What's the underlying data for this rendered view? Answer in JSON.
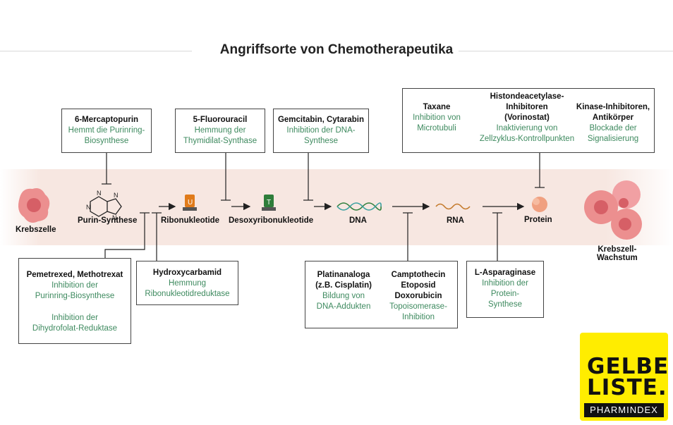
{
  "title": "Angriffsorte von Chemotherapeutika",
  "colors": {
    "accent_green": "#3e8a5f",
    "band": "#f7e7e1",
    "cell": "#e88888",
    "logo_yellow": "#ffed00"
  },
  "nodes": {
    "cancer_cell": "Krebszelle",
    "purine": "Purin-Synthese",
    "ribonucleotides": "Ribonukleotide",
    "deoxyribonucleotides": "Desoxyribonukleotide",
    "dna": "DNA",
    "rna": "RNA",
    "protein": "Protein",
    "growth": "Krebszell-\nWachstum"
  },
  "nucleotide_letters": {
    "u": "U",
    "t": "T"
  },
  "purine_atoms": [
    "N",
    "N",
    "N",
    "N"
  ],
  "boxes": {
    "mercaptopurin": {
      "name": "6-Mercaptopurin",
      "effect": "Hemmt die Purinring-\nBiosynthese"
    },
    "fluorouracil": {
      "name": "5-Fluorouracil",
      "effect": "Hemmung der\nThymidilat-Synthase"
    },
    "gemcitabin": {
      "name": "Gemcitabin, Cytarabin",
      "effect": "Inhibition der DNA-\nSynthese"
    },
    "taxane": {
      "name": "Taxane",
      "effect": "Inhibition von\nMicrotubuli"
    },
    "hdac": {
      "name": "Histondeacetylase-\nInhibitoren\n(Vorinostat)",
      "effect": "Inaktivierung von\nZellzyklus-Kontrollpunkten"
    },
    "kinase": {
      "name": "Kinase-Inhibitoren,\nAntikörper",
      "effect": "Blockade der\nSignalisierung"
    },
    "pemetrexed": {
      "name": "Pemetrexed, Methotrexat",
      "effect": "Inhibition der\nPurinring-Biosynthese",
      "effect2": "Inhibition der\nDihydrofolat-Reduktase"
    },
    "hydroxycarbamid": {
      "name": "Hydroxycarbamid",
      "effect": "Hemmung\nRibonukleotidreduktase"
    },
    "platin": {
      "name": "Platinanaloga\n(z.B. Cisplatin)",
      "effect": "Bildung von\nDNA-Addukten"
    },
    "camptothecin": {
      "name": "Camptothecin\nEtoposid\nDoxorubicin",
      "effect": "Topoisomerase-\nInhibition"
    },
    "asparaginase": {
      "name": "L-Asparaginase",
      "effect": "Inhibition der\nProtein-\nSynthese"
    }
  },
  "logo": {
    "line1": "GELBE",
    "line2": "LISTE.",
    "sub": "PHARMINDEX"
  }
}
